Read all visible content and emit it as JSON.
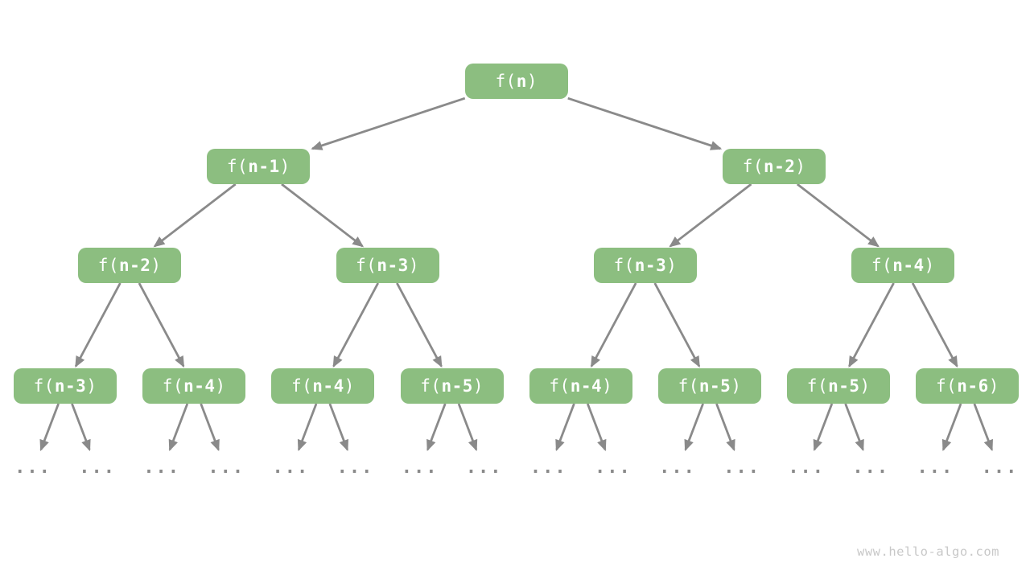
{
  "watermark": "www.hello-algo.com",
  "colors": {
    "background": "#ffffff",
    "node_fill": "#8cbe80",
    "node_text": "#ffffff",
    "edge": "#8a8a8a",
    "ellipsis": "#8a8a8a",
    "watermark": "#c8c8c8"
  },
  "tree": {
    "pre": "f(",
    "arg": "n",
    "post": ")",
    "children": [
      {
        "pre": "f(",
        "arg": "n-1",
        "post": ")",
        "children": [
          {
            "pre": "f(",
            "arg": "n-2",
            "post": ")",
            "children": [
              {
                "pre": "f(",
                "arg": "n-3",
                "post": ")",
                "children": [
                  {
                    "dots": "..."
                  },
                  {
                    "dots": "..."
                  }
                ]
              },
              {
                "pre": "f(",
                "arg": "n-4",
                "post": ")",
                "children": [
                  {
                    "dots": "..."
                  },
                  {
                    "dots": "..."
                  }
                ]
              }
            ]
          },
          {
            "pre": "f(",
            "arg": "n-3",
            "post": ")",
            "children": [
              {
                "pre": "f(",
                "arg": "n-4",
                "post": ")",
                "children": [
                  {
                    "dots": "..."
                  },
                  {
                    "dots": "..."
                  }
                ]
              },
              {
                "pre": "f(",
                "arg": "n-5",
                "post": ")",
                "children": [
                  {
                    "dots": "..."
                  },
                  {
                    "dots": "..."
                  }
                ]
              }
            ]
          }
        ]
      },
      {
        "pre": "f(",
        "arg": "n-2",
        "post": ")",
        "children": [
          {
            "pre": "f(",
            "arg": "n-3",
            "post": ")",
            "children": [
              {
                "pre": "f(",
                "arg": "n-4",
                "post": ")",
                "children": [
                  {
                    "dots": "..."
                  },
                  {
                    "dots": "..."
                  }
                ]
              },
              {
                "pre": "f(",
                "arg": "n-5",
                "post": ")",
                "children": [
                  {
                    "dots": "..."
                  },
                  {
                    "dots": "..."
                  }
                ]
              }
            ]
          },
          {
            "pre": "f(",
            "arg": "n-4",
            "post": ")",
            "children": [
              {
                "pre": "f(",
                "arg": "n-5",
                "post": ")",
                "children": [
                  {
                    "dots": "..."
                  },
                  {
                    "dots": "..."
                  }
                ]
              },
              {
                "pre": "f(",
                "arg": "n-6",
                "post": ")",
                "children": [
                  {
                    "dots": "..."
                  },
                  {
                    "dots": "..."
                  }
                ]
              }
            ]
          }
        ]
      }
    ]
  }
}
